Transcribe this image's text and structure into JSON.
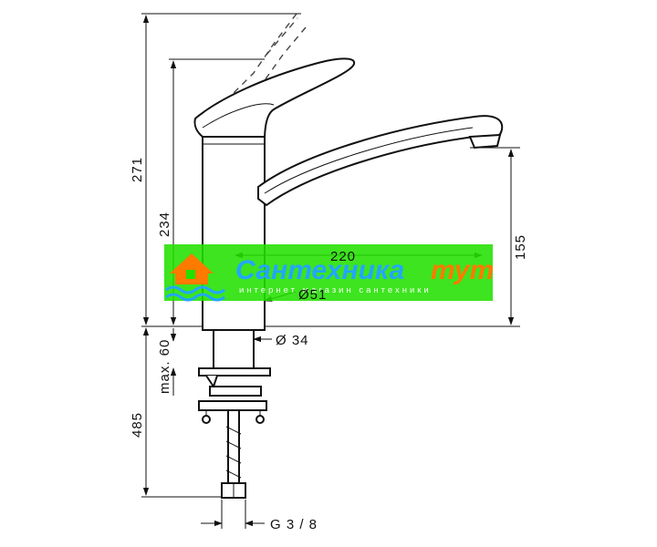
{
  "dimensions": {
    "d271": "271",
    "d234": "234",
    "d155": "155",
    "d220": "220",
    "d51": "Ø51",
    "d34": "Ø 34",
    "dmax60": "max. 60",
    "d485": "485",
    "dg38": "G 3 / 8"
  },
  "watermark": {
    "title_part1": "Сантехника",
    "title_part2": "тут",
    "subtitle": "интернет магазин сантехники",
    "background_color": "#22e000",
    "title_color": "#22a6ff",
    "accent_color": "#ff7a00"
  },
  "icons": [
    "house-waves-logo-icon"
  ]
}
